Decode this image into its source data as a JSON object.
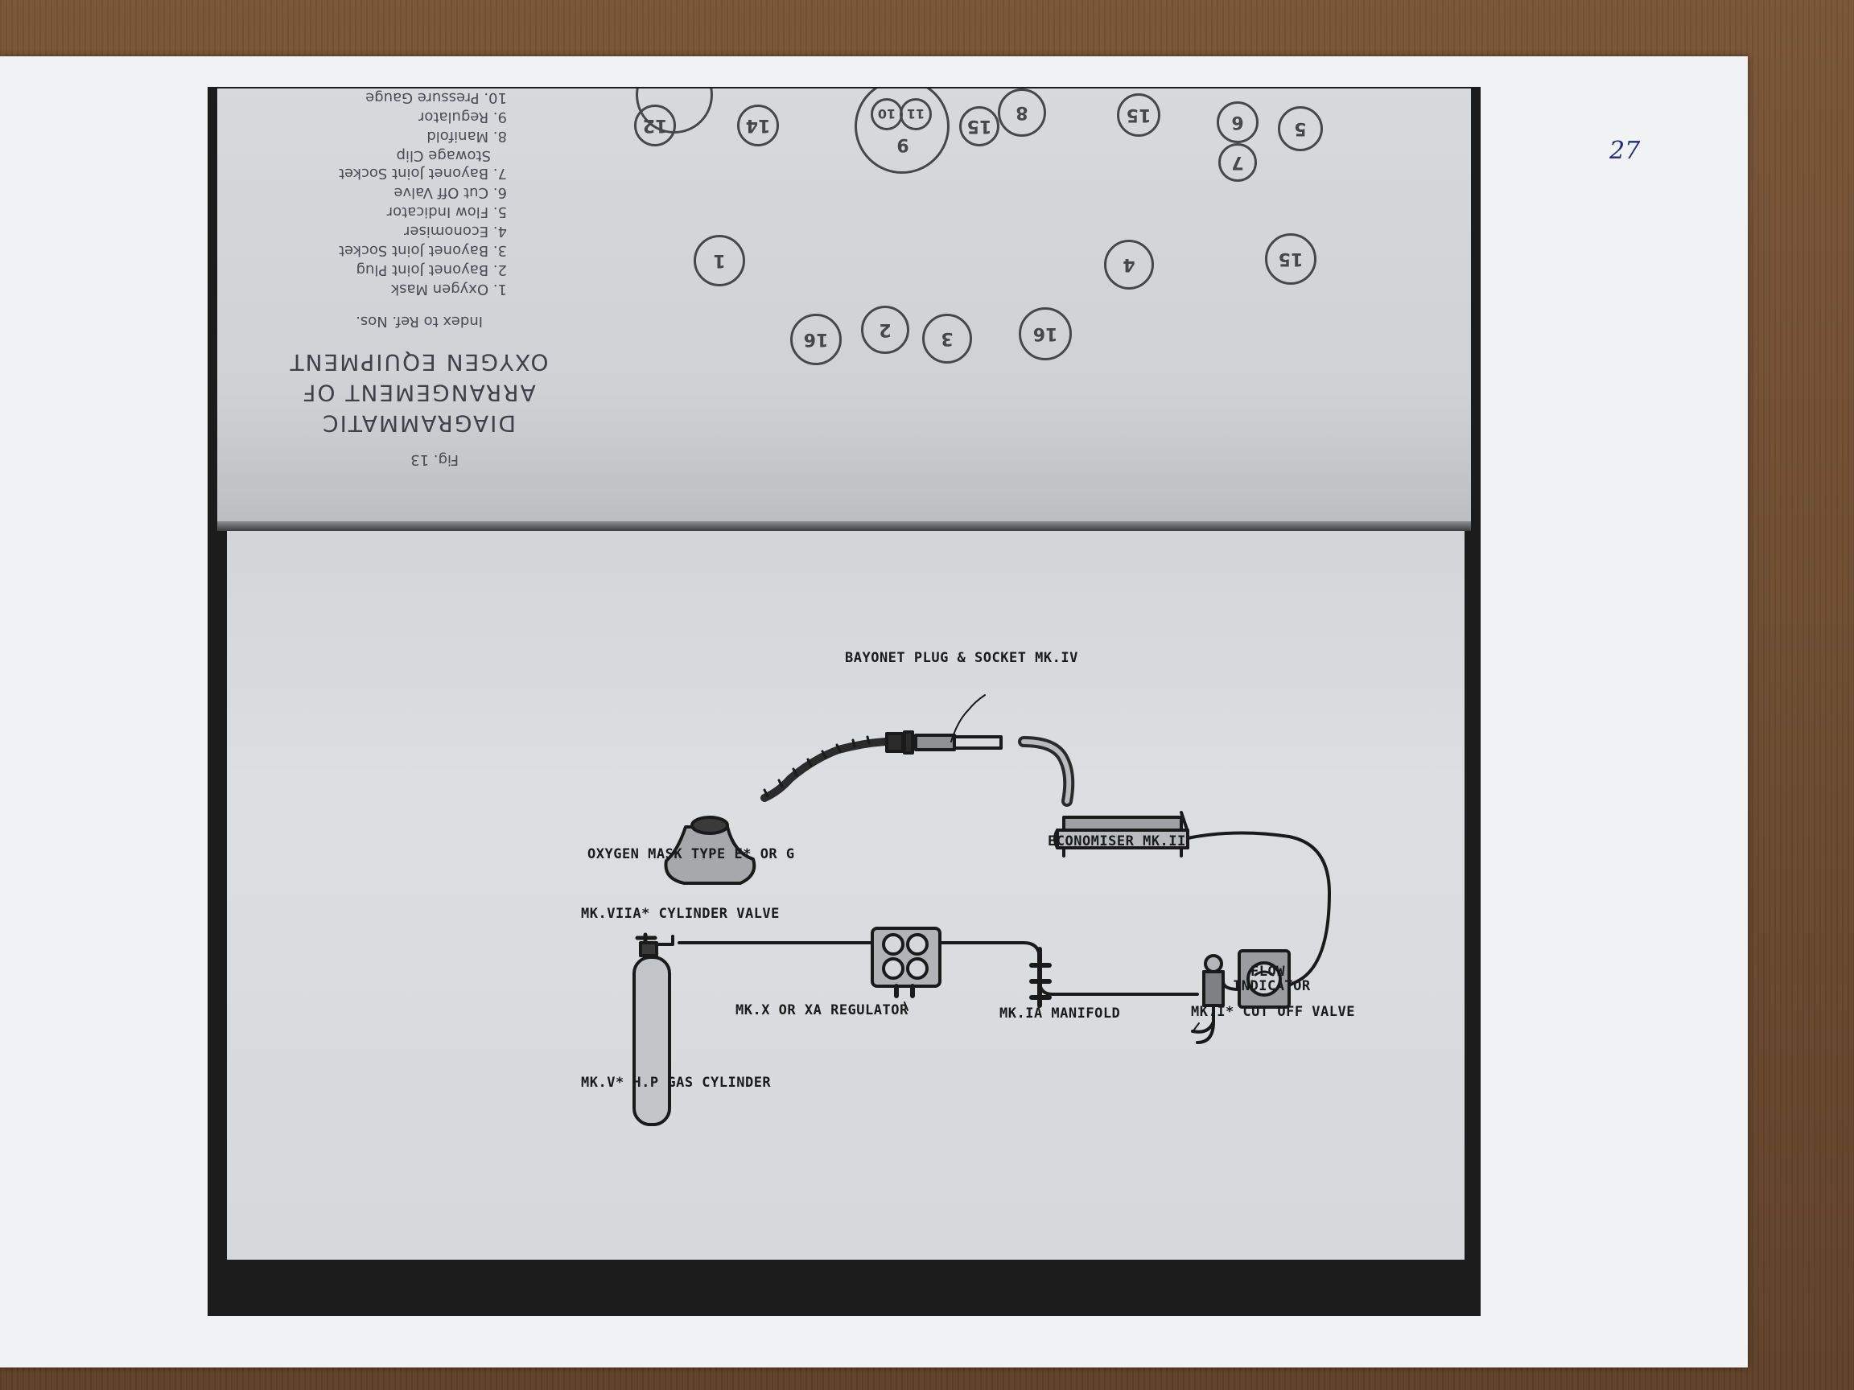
{
  "page_number": "27",
  "mirrored_page": {
    "fig": "Fig. 13",
    "title_lines": [
      "DIAGRAMMATIC",
      "ARRANGEMENT OF",
      "OXYGEN EQUIPMENT"
    ],
    "index_heading": "Index to Ref. Nos.",
    "index_items": [
      "1. Oxygen Mask",
      "2. Bayonet Joint Plug",
      "3. Bayonet Joint Socket",
      "4. Economiser",
      "5. Flow Indicator",
      "6. Cut Off Valve",
      "7. Bayonet Joint Socket",
      "Stowage Clip",
      "8. Manifold",
      "9. Regulator",
      "10. Pressure Gauge"
    ],
    "callouts": [
      "12",
      "14",
      "10",
      "11",
      "9",
      "15",
      "8",
      "15",
      "6",
      "5",
      "7",
      "1",
      "4",
      "15",
      "16",
      "2",
      "3",
      "16"
    ]
  },
  "diagram": {
    "labels": {
      "bayonet": "BAYONET PLUG & SOCKET MK.IV",
      "mask": "OXYGEN MASK TYPE E* OR G",
      "economiser": "ECONOMISER MK.II",
      "cylinder_valve": "MK.VIIA* CYLINDER VALVE",
      "flow_1": "FLOW",
      "flow_2": "INDICATOR",
      "regulator": "MK.X OR XA REGULATOR",
      "manifold": "MK.IA MANIFOLD",
      "cutoff": "MK.I* CUT OFF VALVE",
      "cylinder": "MK.V* H.P GAS CYLINDER"
    }
  }
}
